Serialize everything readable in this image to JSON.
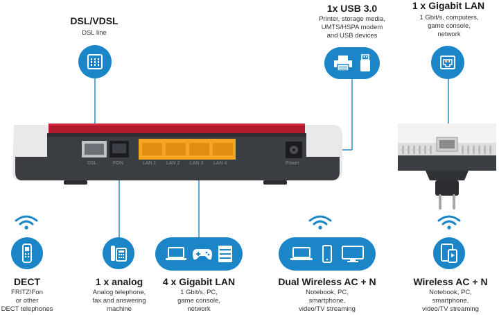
{
  "features": {
    "dsl": {
      "title": "DSL/VDSL",
      "desc": [
        "DSL line"
      ],
      "icon": "dsl-port-icon"
    },
    "usb": {
      "title": "1x USB 3.0",
      "desc": [
        "Printer, storage media,",
        "UMTS/HSPA modem",
        "and USB devices"
      ],
      "icons": [
        "printer-icon",
        "usb-stick-icon"
      ]
    },
    "lan_top": {
      "title": "1 x Gigabit LAN",
      "desc": [
        "1 Gbit/s, computers,",
        "game console,",
        "network"
      ],
      "icon": "ethernet-port-icon"
    },
    "dect": {
      "title": "DECT",
      "desc": [
        "FRITZ!Fon",
        "or other",
        "DECT telephones"
      ],
      "icon": "cordless-phone-icon"
    },
    "analog": {
      "title": "1 x analog",
      "desc": [
        "Analog telephone,",
        "fax and answering",
        "machine"
      ],
      "icon": "desk-phone-icon"
    },
    "lan4": {
      "title": "4 x Gigabit LAN",
      "desc": [
        "1 Gbit/s, PC,",
        "game console,",
        "network"
      ],
      "icons": [
        "laptop-icon",
        "gamepad-icon",
        "network-switch-icon"
      ]
    },
    "wifi_dual": {
      "title": "Dual Wireless AC + N",
      "desc": [
        "Notebook, PC,",
        "smartphone,",
        "video/TV streaming"
      ],
      "icons": [
        "laptop-icon",
        "smartphone-icon",
        "monitor-icon"
      ]
    },
    "wifi_ac": {
      "title": "Wireless AC + N",
      "desc": [
        "Notebook, PC,",
        "smartphone,",
        "video/TV streaming"
      ],
      "icon": "tablet-phone-icon"
    }
  },
  "router_ports": {
    "dsl": "DSL",
    "fon": "FON",
    "lan": [
      "LAN 1",
      "LAN 2",
      "LAN 3",
      "LAN 4"
    ],
    "power": "Power"
  },
  "colors": {
    "accent": "#1a86c8",
    "router_red": "#b01c2e",
    "router_body": "#3a3d42",
    "lan_port": "#f4a521"
  }
}
